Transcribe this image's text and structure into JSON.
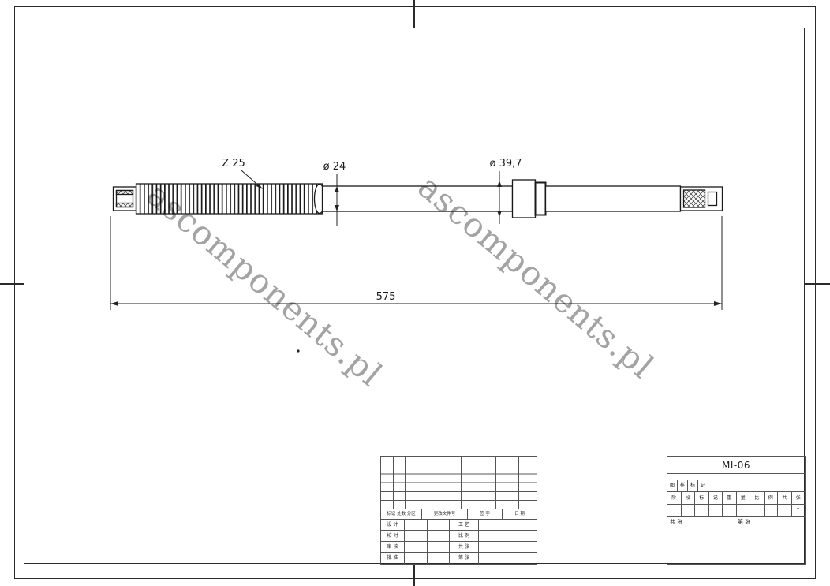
{
  "watermark": {
    "text": "ascomponents.pl"
  },
  "drawing": {
    "dimensions": {
      "z25": "Z 25",
      "d24": "ø 24",
      "d397": "ø 39,7",
      "len": "575"
    }
  },
  "titleblock": {
    "left": {
      "header": [
        "标记 处数 分区",
        "更改文件号",
        "签 字",
        "日 期"
      ],
      "rows": [
        {
          "c0": "设 计",
          "c3": "工 艺"
        },
        {
          "c0": "校 对",
          "c3": "比 例"
        },
        {
          "c0": "审 核",
          "c3": "共 张"
        },
        {
          "c0": "批 准",
          "c3": "第 张"
        }
      ]
    },
    "right": {
      "part_no": "MI-06",
      "mini_cells": [
        "图",
        "样",
        "标",
        "记"
      ],
      "char_cells": [
        "阶",
        "段",
        "标",
        "记",
        "重",
        "量",
        "比",
        "例",
        "共",
        "张"
      ],
      "tick_mark": "''",
      "bottom_left": "共  张",
      "bottom_right": "第  张"
    }
  }
}
